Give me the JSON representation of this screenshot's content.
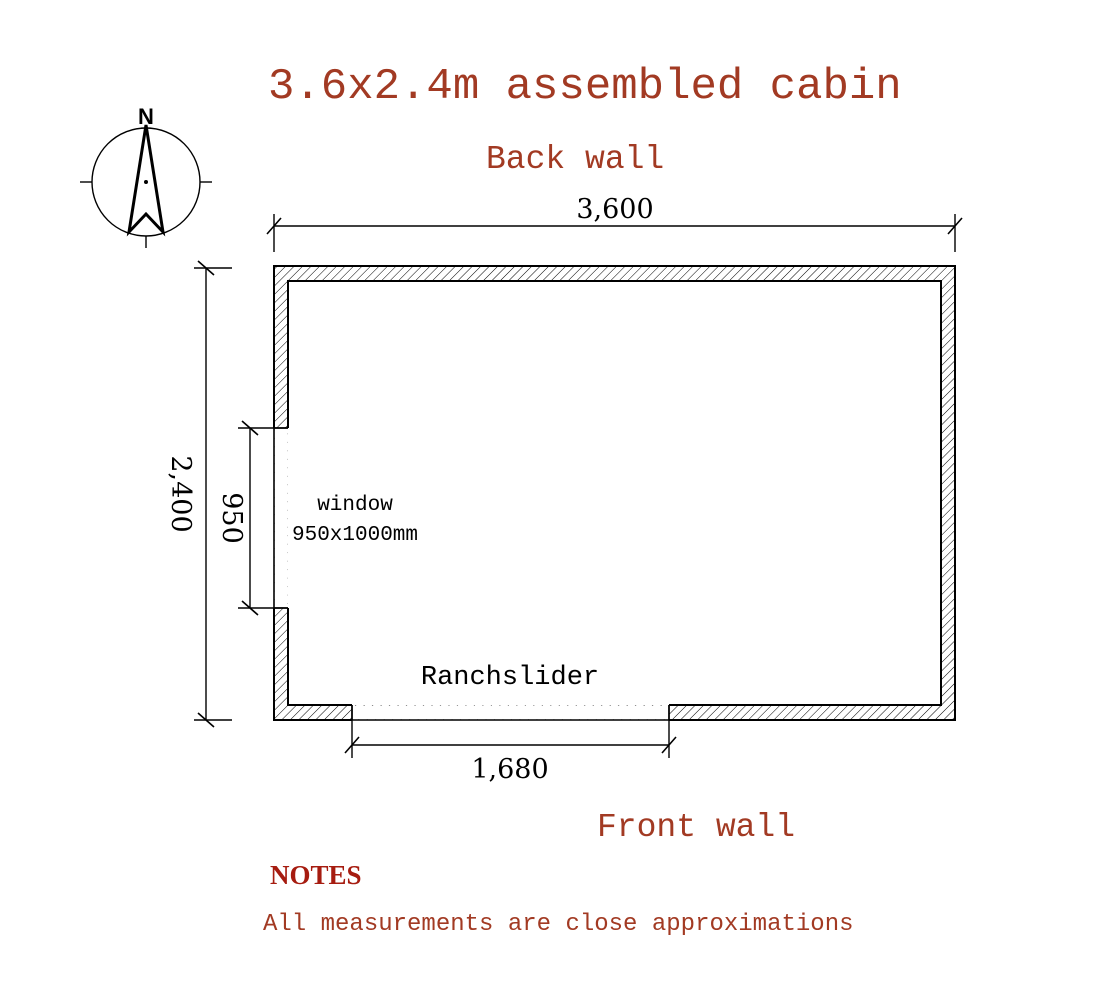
{
  "title": "3.6x2.4m assembled cabin",
  "compass": {
    "north_label": "N",
    "icon": "north-arrow-icon"
  },
  "walls": {
    "back": "Back wall",
    "front": "Front wall"
  },
  "dimensions": {
    "width": "3,600",
    "height": "2,400",
    "window_height": "950",
    "door_width": "1,680"
  },
  "window": {
    "label": "window",
    "size": "950x1000mm"
  },
  "door": {
    "label": "Ranchslider"
  },
  "notes": {
    "heading": "NOTES",
    "text": "All measurements are close approximations"
  },
  "colors": {
    "accent": "#a23a23",
    "heading": "#a61c10",
    "line": "#000000"
  }
}
